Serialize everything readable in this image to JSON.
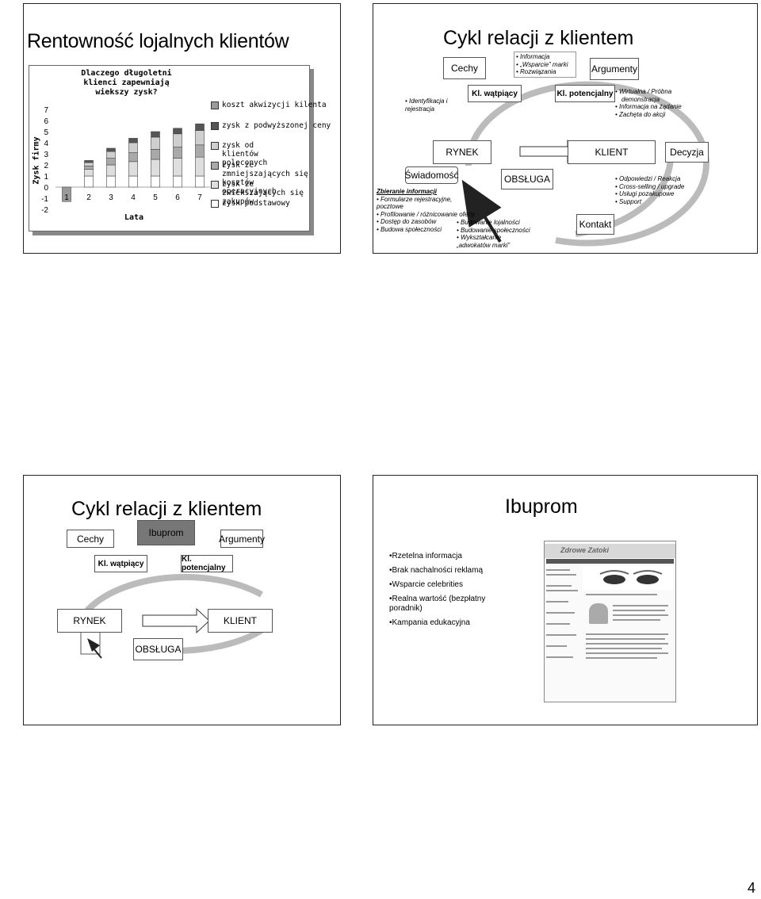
{
  "page_number": "4",
  "slide1": {
    "title": "Rentowność lojalnych klientów",
    "chart_data": {
      "type": "bar",
      "title": "Dlaczego długoletni klienci zapewniają wiekszy zysk?",
      "xlabel": "Lata",
      "ylabel": "Zysk firmy",
      "categories": [
        "1",
        "2",
        "3",
        "4",
        "5",
        "6",
        "7"
      ],
      "ylim": [
        -2,
        7
      ],
      "yticks": [
        7,
        6,
        5,
        4,
        3,
        2,
        1,
        0,
        -1,
        -2
      ],
      "series": [
        {
          "name": "koszt akwizycji kilenta",
          "values": [
            -1.3,
            0,
            0,
            0,
            0,
            0,
            0
          ],
          "color": "#9a9a9a"
        },
        {
          "name": "zysk podstawowy",
          "values": [
            0,
            1.0,
            1.0,
            1.0,
            1.0,
            1.0,
            1.0
          ],
          "color": "#ffffff"
        },
        {
          "name": "zysk ze zwiekszających się zakupów",
          "values": [
            0,
            0.6,
            1.0,
            1.3,
            1.5,
            1.6,
            1.7
          ],
          "color": "#dedede"
        },
        {
          "name": "zysk ze zmniejszających się kosztów operacyjnych",
          "values": [
            0,
            0.3,
            0.6,
            0.8,
            0.9,
            1.0,
            1.1
          ],
          "color": "#a9a9a9"
        },
        {
          "name": "zysk od klientów poleconych",
          "values": [
            0,
            0.3,
            0.6,
            0.9,
            1.1,
            1.2,
            1.3
          ],
          "color": "#cfcfcf"
        },
        {
          "name": "zysk z podwyższonej ceny",
          "values": [
            0,
            0.2,
            0.3,
            0.4,
            0.5,
            0.5,
            0.6
          ],
          "color": "#555555"
        }
      ],
      "legend": [
        {
          "label": "koszt akwizycji kilenta",
          "color": "#9a9a9a"
        },
        {
          "label": "zysk z podwyższonej ceny",
          "color": "#555555"
        },
        {
          "label": "zysk od klientów poleconych",
          "color": "#cfcfcf"
        },
        {
          "label": "zysk ze zmniejszających się kosztów operacyjnych",
          "color": "#a9a9a9"
        },
        {
          "label": "zysk ze zwiekszających się zakupów",
          "color": "#dedede"
        },
        {
          "label": "zysk podstawowy",
          "color": "#ffffff"
        }
      ]
    }
  },
  "slide2": {
    "title": "Cykl relacji z klientem",
    "cechy": "Cechy",
    "argumenty": "Argumenty",
    "top_notes": [
      "Informacja",
      "„Wsparcie” marki",
      "Rozwiązania"
    ],
    "kl_watpiacy": "Kl. wątpiący",
    "kl_potencjalny": "Kl. potencjalny",
    "right_notes": [
      "Wirtualna / Próbna demonstracja",
      "Informacja na żądanie",
      "Zachęta do akcji"
    ],
    "identyfikacja": "Identyfikacja i rejestracja",
    "rynek": "RYNEK",
    "klient": "KLIENT",
    "decyzja": "Decyzja",
    "swiadomosc": "Świadomość",
    "obsluga": "OBSŁUGA",
    "zbieranie_title": "Zbieranie informacji",
    "zbieranie_items": [
      "Formularze rejestracyjne, pocztowe",
      "Profilowanie / różnicowanie oferty",
      "Dostęp do zasobów",
      "Budowa społeczności"
    ],
    "obsluga_notes": [
      "Budowanie lojalności",
      "Budowanie społeczności",
      "Wykształcanie „adwokatów marki”"
    ],
    "klient_notes": [
      "Odpowiedzi / Reakcja",
      "Cross-selling / upgrade",
      "Usługi pozakupowe",
      "Support"
    ],
    "kontakt": "Kontakt"
  },
  "slide3": {
    "title": "Cykl relacji z klientem",
    "cechy": "Cechy",
    "ibuprom": "Ibuprom",
    "argumenty": "Argumenty",
    "kl_watpiacy": "Kl. wątpiący",
    "kl_potencjalny": "Kl. potencjalny",
    "rynek": "RYNEK",
    "klient": "KLIENT",
    "obsluga": "OBSŁUGA"
  },
  "slide4": {
    "title": "Ibuprom",
    "bullets": [
      "Rzetelna informacja",
      "Brak nachalności reklamą",
      "Wsparcie celebrities",
      "Realna wartość (bezpłatny poradnik)",
      "Kampania edukacyjna"
    ],
    "site_name": "Zdrowe Zatoki"
  }
}
